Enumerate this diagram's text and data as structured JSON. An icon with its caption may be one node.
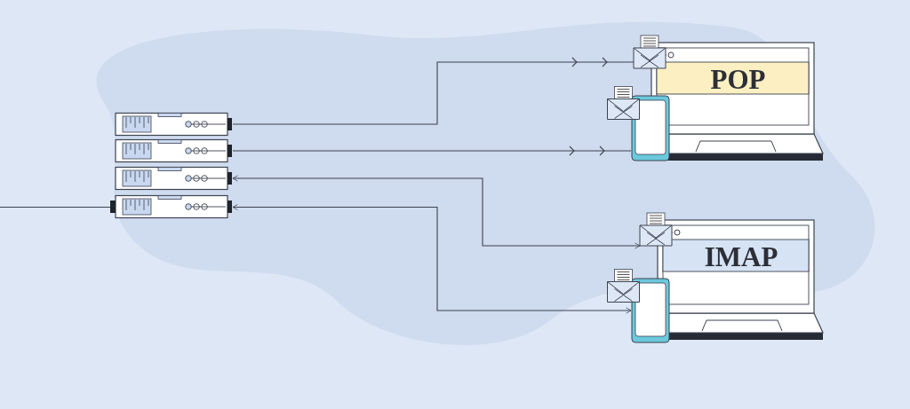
{
  "diagram": {
    "nodes": [
      {
        "text": [],
        "shape": "picture"
      },
      {
        "text": [],
        "shape": "picture"
      },
      {
        "text": [],
        "shape": "picture"
      },
      {
        "text": [],
        "shape": "picture"
      },
      {
        "text": [
          "POP"
        ]
      },
      {
        "text": [],
        "shape": "picture"
      },
      {
        "text": [
          "IMAP"
        ]
      },
      {
        "text": [],
        "shape": "picture"
      }
    ],
    "edges": [
      {
        "from": 0,
        "to": 4,
        "arrow": "to"
      },
      {
        "from": 1,
        "to": 5,
        "arrow": "to"
      },
      {
        "from": 2,
        "to": 6,
        "arrow": "both"
      },
      {
        "from": 3,
        "to": 7,
        "arrow": "both"
      },
      {
        "from": null,
        "to": 3,
        "arrow": "none"
      }
    ]
  }
}
